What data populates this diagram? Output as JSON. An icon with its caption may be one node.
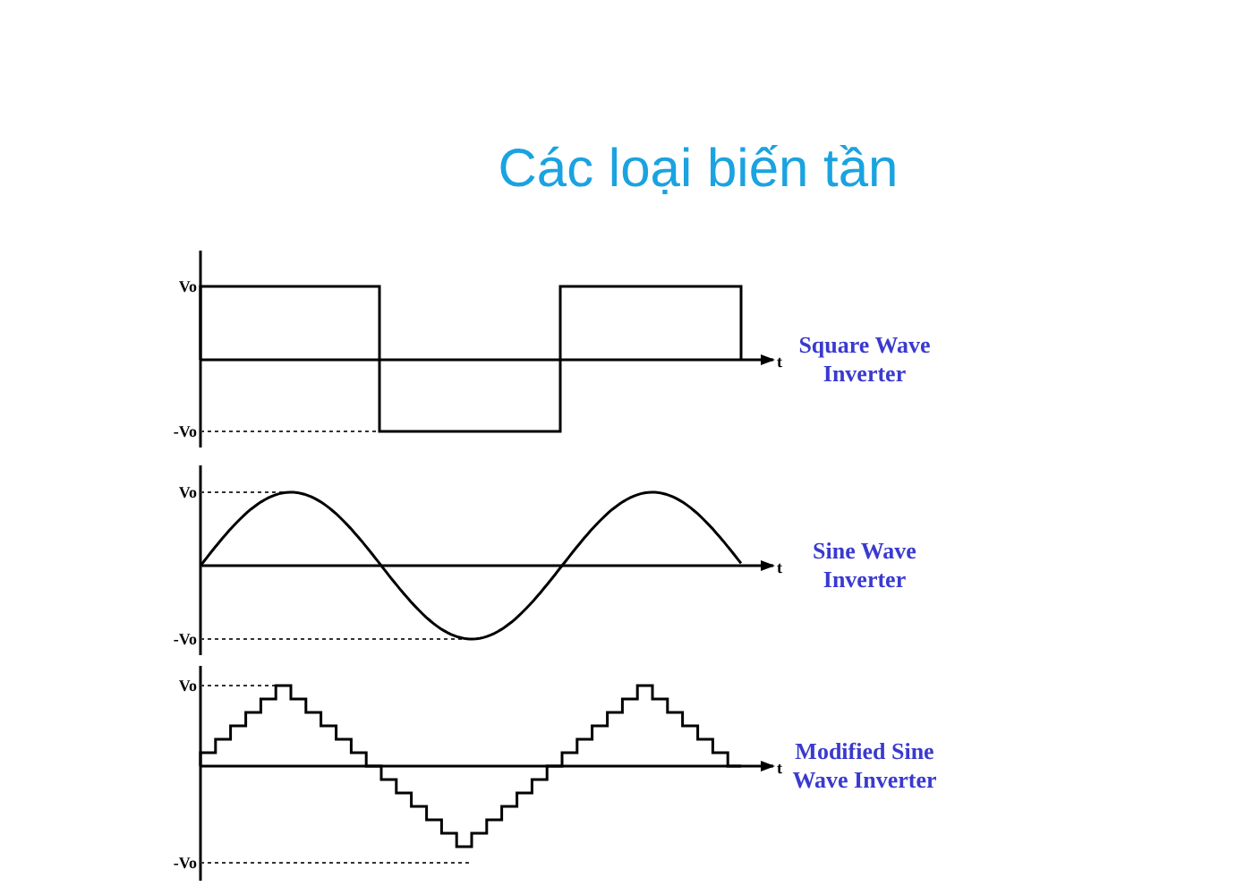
{
  "diagram": {
    "title": "Các loại biến tần",
    "labels": [
      "Vo",
      "-Vo",
      "t",
      "Square Wave Inverter",
      "Vo",
      "-Vo",
      "t",
      "Sine Wave Inverter",
      "Vo",
      "-Vo",
      "t",
      "Modified Sine Wave Inverter"
    ]
  }
}
